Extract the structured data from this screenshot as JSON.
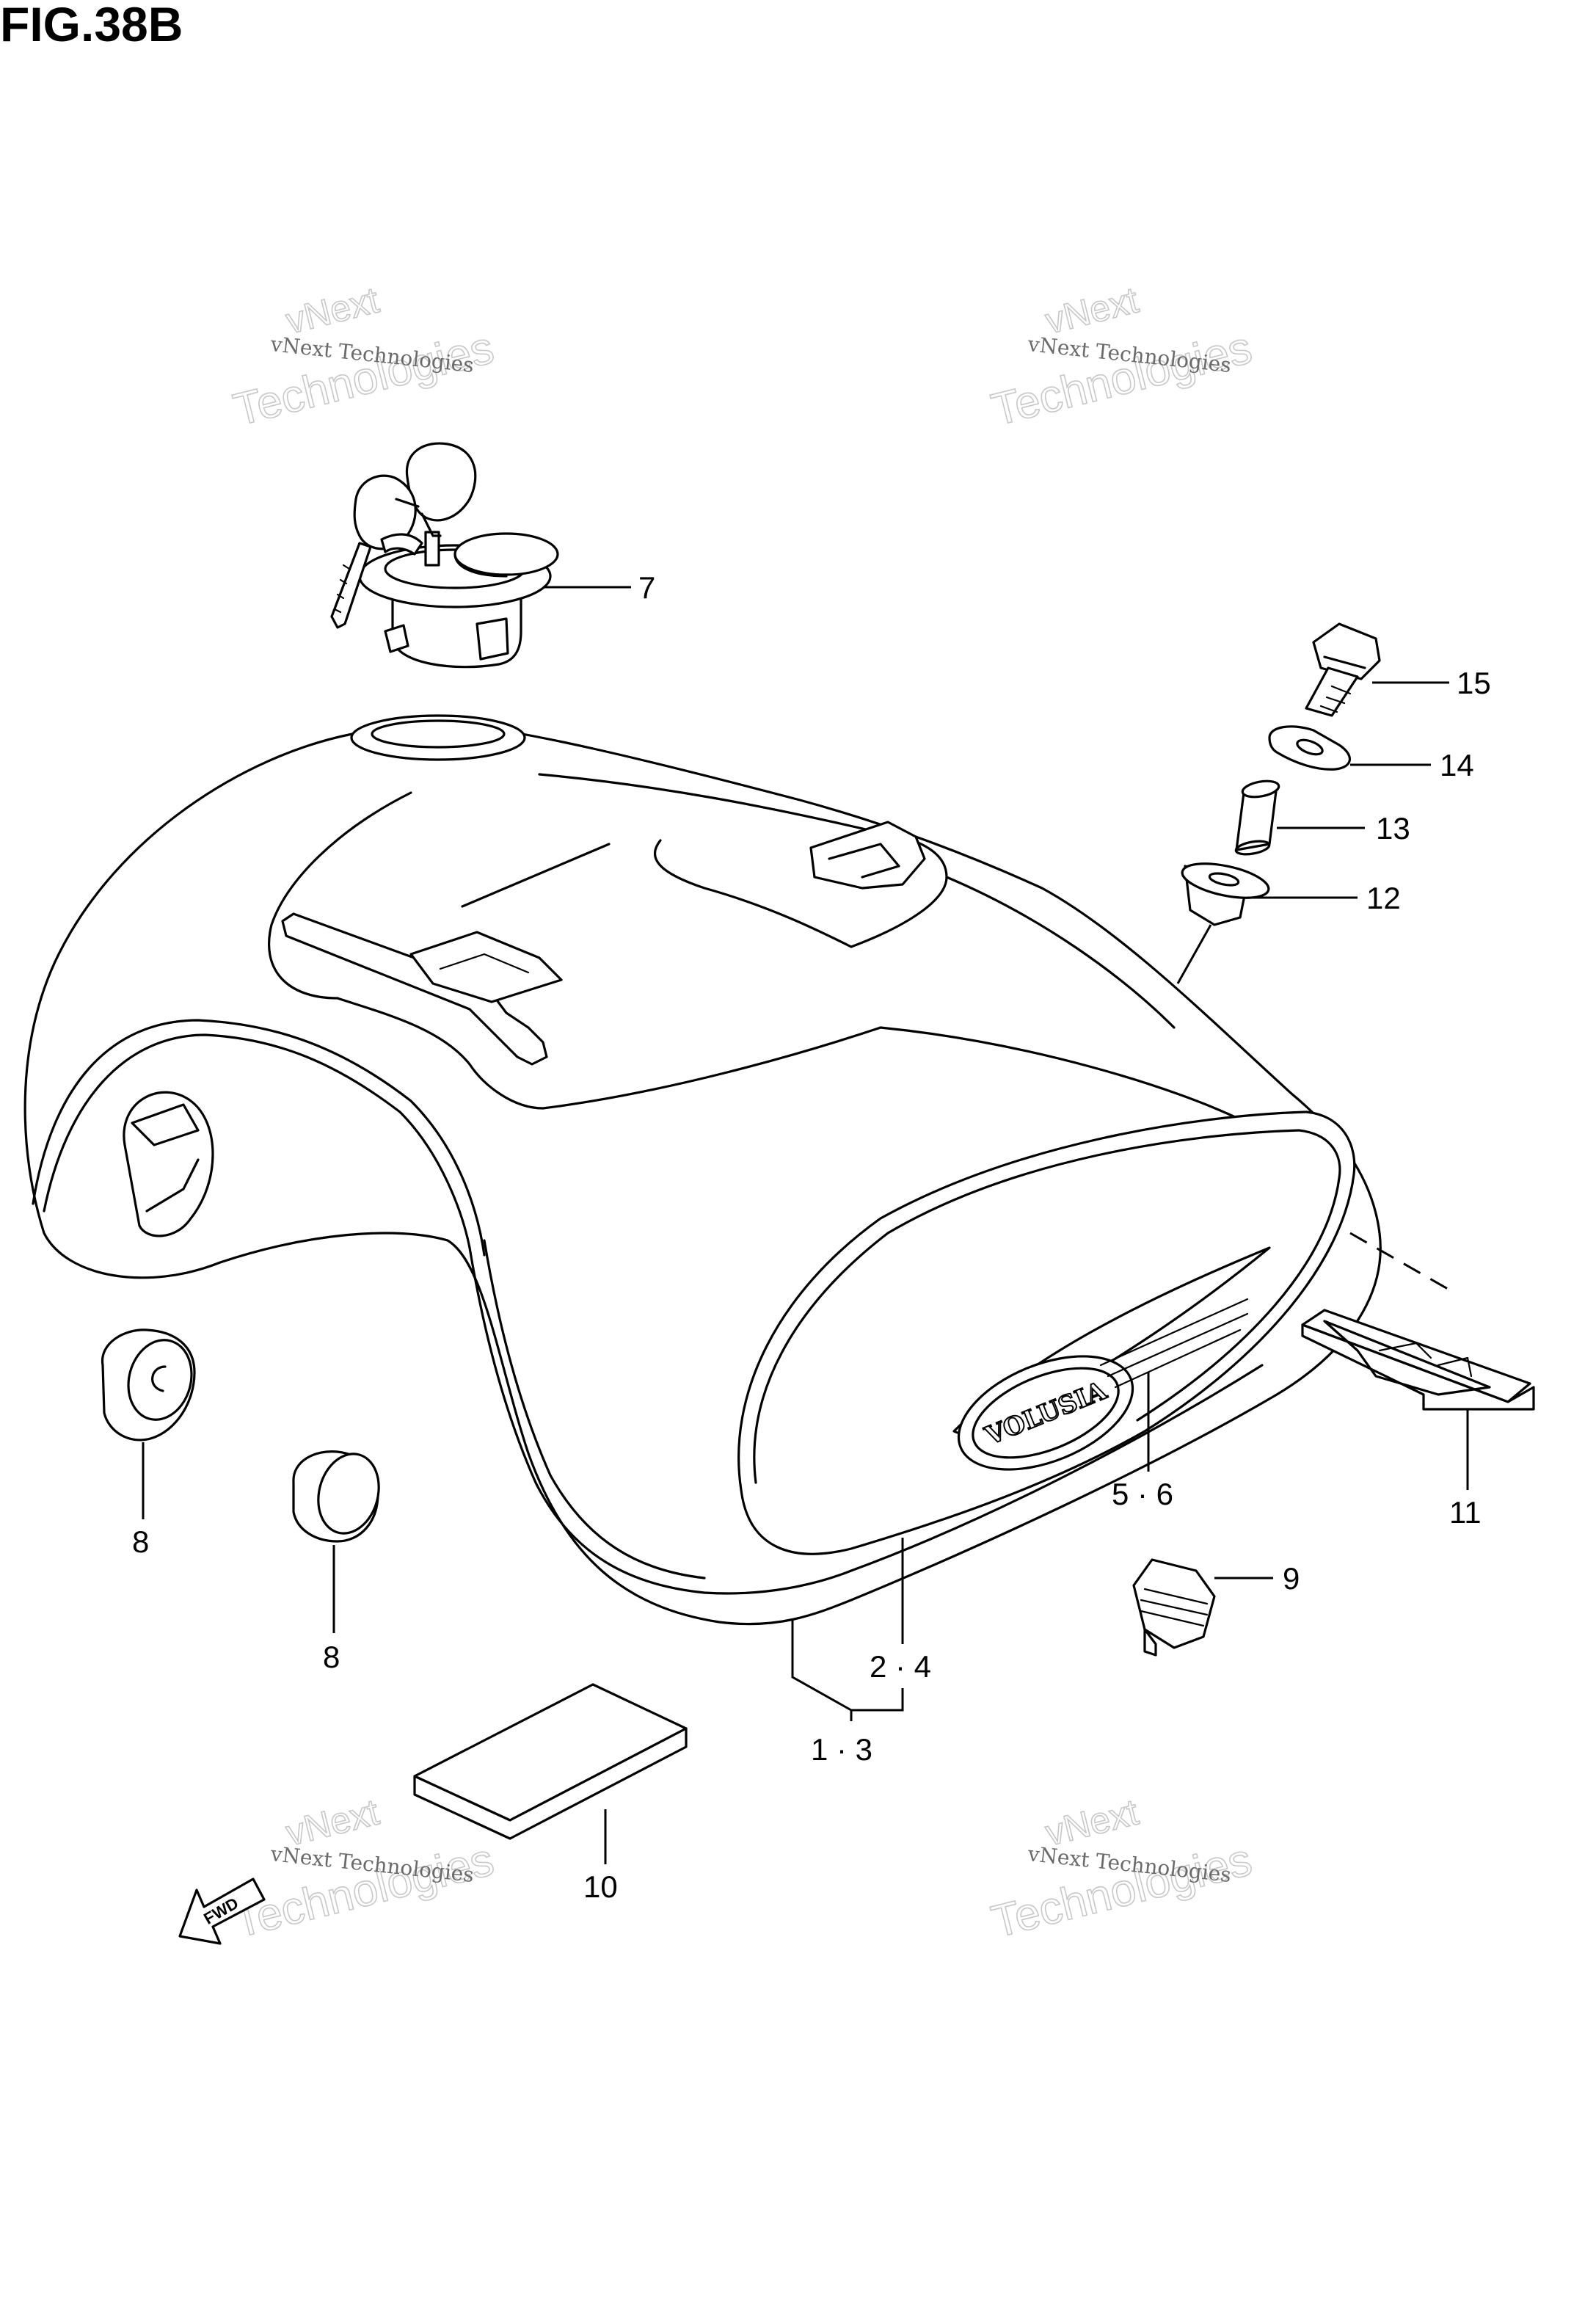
{
  "figure": {
    "title": "FIG.38B"
  },
  "watermark": {
    "line1": "vNext Technologies",
    "line2": "vNext",
    "line3": "Technologies"
  },
  "emblem": {
    "text": "VOLUSIA"
  },
  "direction_marker": {
    "text": "FWD"
  },
  "callouts": {
    "c7": "7",
    "c15": "15",
    "c14": "14",
    "c13": "13",
    "c12": "12",
    "c8a": "8",
    "c8b": "8",
    "c9": "9",
    "c10": "10",
    "c11": "11",
    "c56": "5 · 6",
    "c24": "2 · 4",
    "c13b": "1 · 3"
  }
}
